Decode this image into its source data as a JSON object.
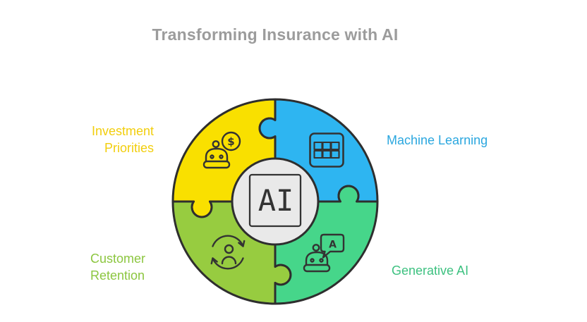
{
  "title": "Transforming Insurance with AI",
  "center": {
    "label": "AI"
  },
  "quadrants": [
    {
      "name": "Investment Priorities",
      "lines": [
        "Investment",
        "Priorities"
      ],
      "position": "top-left",
      "segment_color": "#F9E000",
      "label_color": "#F2CE0D",
      "icon": "robo-advisor-coin-icon"
    },
    {
      "name": "Machine Learning",
      "lines": [
        "Machine Learning"
      ],
      "position": "top-right",
      "segment_color": "#2EB5F1",
      "label_color": "#2BA7DF",
      "icon": "data-grid-icon"
    },
    {
      "name": "Customer Retention",
      "lines": [
        "Customer",
        "Retention"
      ],
      "position": "bottom-left",
      "segment_color": "#97CC40",
      "label_color": "#8CC63F",
      "icon": "customer-cycle-icon"
    },
    {
      "name": "Generative AI",
      "lines": [
        "Generative AI"
      ],
      "position": "bottom-right",
      "segment_color": "#46D68A",
      "label_color": "#3DC180",
      "icon": "chatbot-icon"
    }
  ],
  "icon_glyphs": {
    "coin_symbol": "$",
    "chat_letter": "A"
  },
  "colors": {
    "segment-investment": "#F9E000",
    "segment-ml": "#2EB5F1",
    "segment-retention": "#97CC40",
    "segment-genai": "#46D68A",
    "label-investment": "#F2CE0D",
    "label-ml": "#2BA7DF",
    "label-retention": "#8CC63F",
    "label-genai": "#3DC180",
    "outline": "#2E2E2E",
    "center-fill": "#E9E9E9",
    "icon-stroke": "#333333",
    "title": "#9C9C9C",
    "background": "#FFFFFF"
  }
}
